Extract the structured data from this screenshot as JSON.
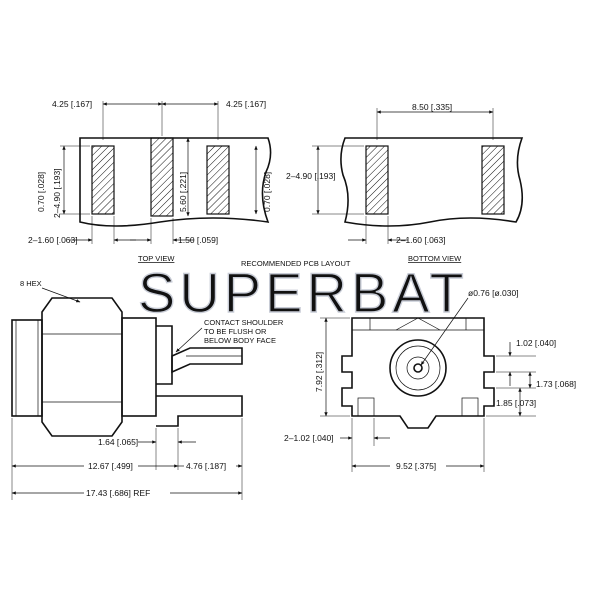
{
  "watermark": "SUPERBAT",
  "pcb": {
    "title": "RECOMMENDED PCB LAYOUT",
    "top_view_label": "TOP VIEW",
    "bottom_view_label": "BOTTOM VIEW",
    "top_pitch_left": "4.25 [.167]",
    "top_pitch_right": "4.25 [.167]",
    "top_pad_height": "0.70 [.028]",
    "top_outer_pad_length": "2–4.90 [.193]",
    "top_center_pad_length": "5.60 [.221]",
    "top_pad_height_right": "0.70 [.028]",
    "top_outer_pad_width": "2–1.60 [.063]",
    "top_center_pad_width": "1.50 [.059]",
    "bottom_pitch": "8.50 [.335]",
    "bottom_pad_length": "2–4.90 [.193]",
    "bottom_pad_width": "2–1.60 [.063]"
  },
  "side_view": {
    "hex_label": "8 HEX",
    "note_line1": "CONTACT SHOULDER",
    "note_line2": "TO BE FLUSH OR",
    "note_line3": "BELOW BODY FACE",
    "dim_pin_offset": "1.64 [.065]",
    "dim_body_length": "12.67 [.499]",
    "dim_pin_length": "4.76 [.187]",
    "dim_overall": "17.43 [.686] REF"
  },
  "front_view": {
    "dim_pin_dia": "ø0.76 [ø.030]",
    "dim_height": "7.92 [.312]",
    "dim_leg_right": "1.02 [.040]",
    "dim_step_a": "1.73 [.068]",
    "dim_step_b": "1.85 [.073]",
    "dim_leg_bottom": "2–1.02 [.040]",
    "dim_width": "9.52 [.375]"
  }
}
